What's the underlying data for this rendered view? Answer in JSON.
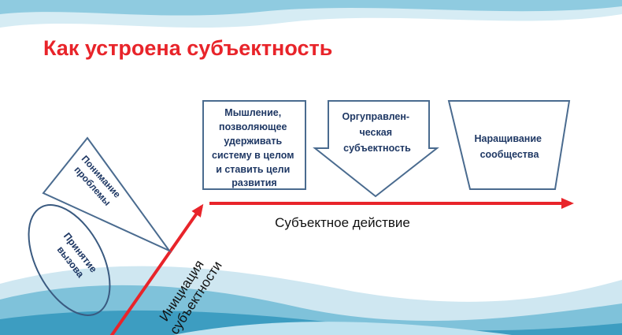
{
  "title": "Как устроена субъектность",
  "boxes": {
    "thinking": [
      "Мышление,",
      "позволяющее",
      "удерживать",
      "системy в целом",
      "и ставить цели",
      "развития"
    ],
    "org": [
      "Оргуправлен-",
      "ческая",
      "субъектность"
    ],
    "community": [
      "Наращивание",
      "сообщества"
    ]
  },
  "understanding": [
    "Понимание",
    "проблемы"
  ],
  "acceptance": [
    "Принятие",
    "вызова"
  ],
  "action_label": "Субъектное действие",
  "initiation": [
    "Инициация",
    "субъектности"
  ],
  "colors": {
    "title": "#e8242a",
    "arrow": "#e8242a",
    "shape_stroke": "#4a6b8f",
    "text": "#1f3864",
    "wave_light": "#bfe0ee",
    "wave_mid": "#7cc0d8",
    "wave_dark": "#3a9cc0"
  }
}
